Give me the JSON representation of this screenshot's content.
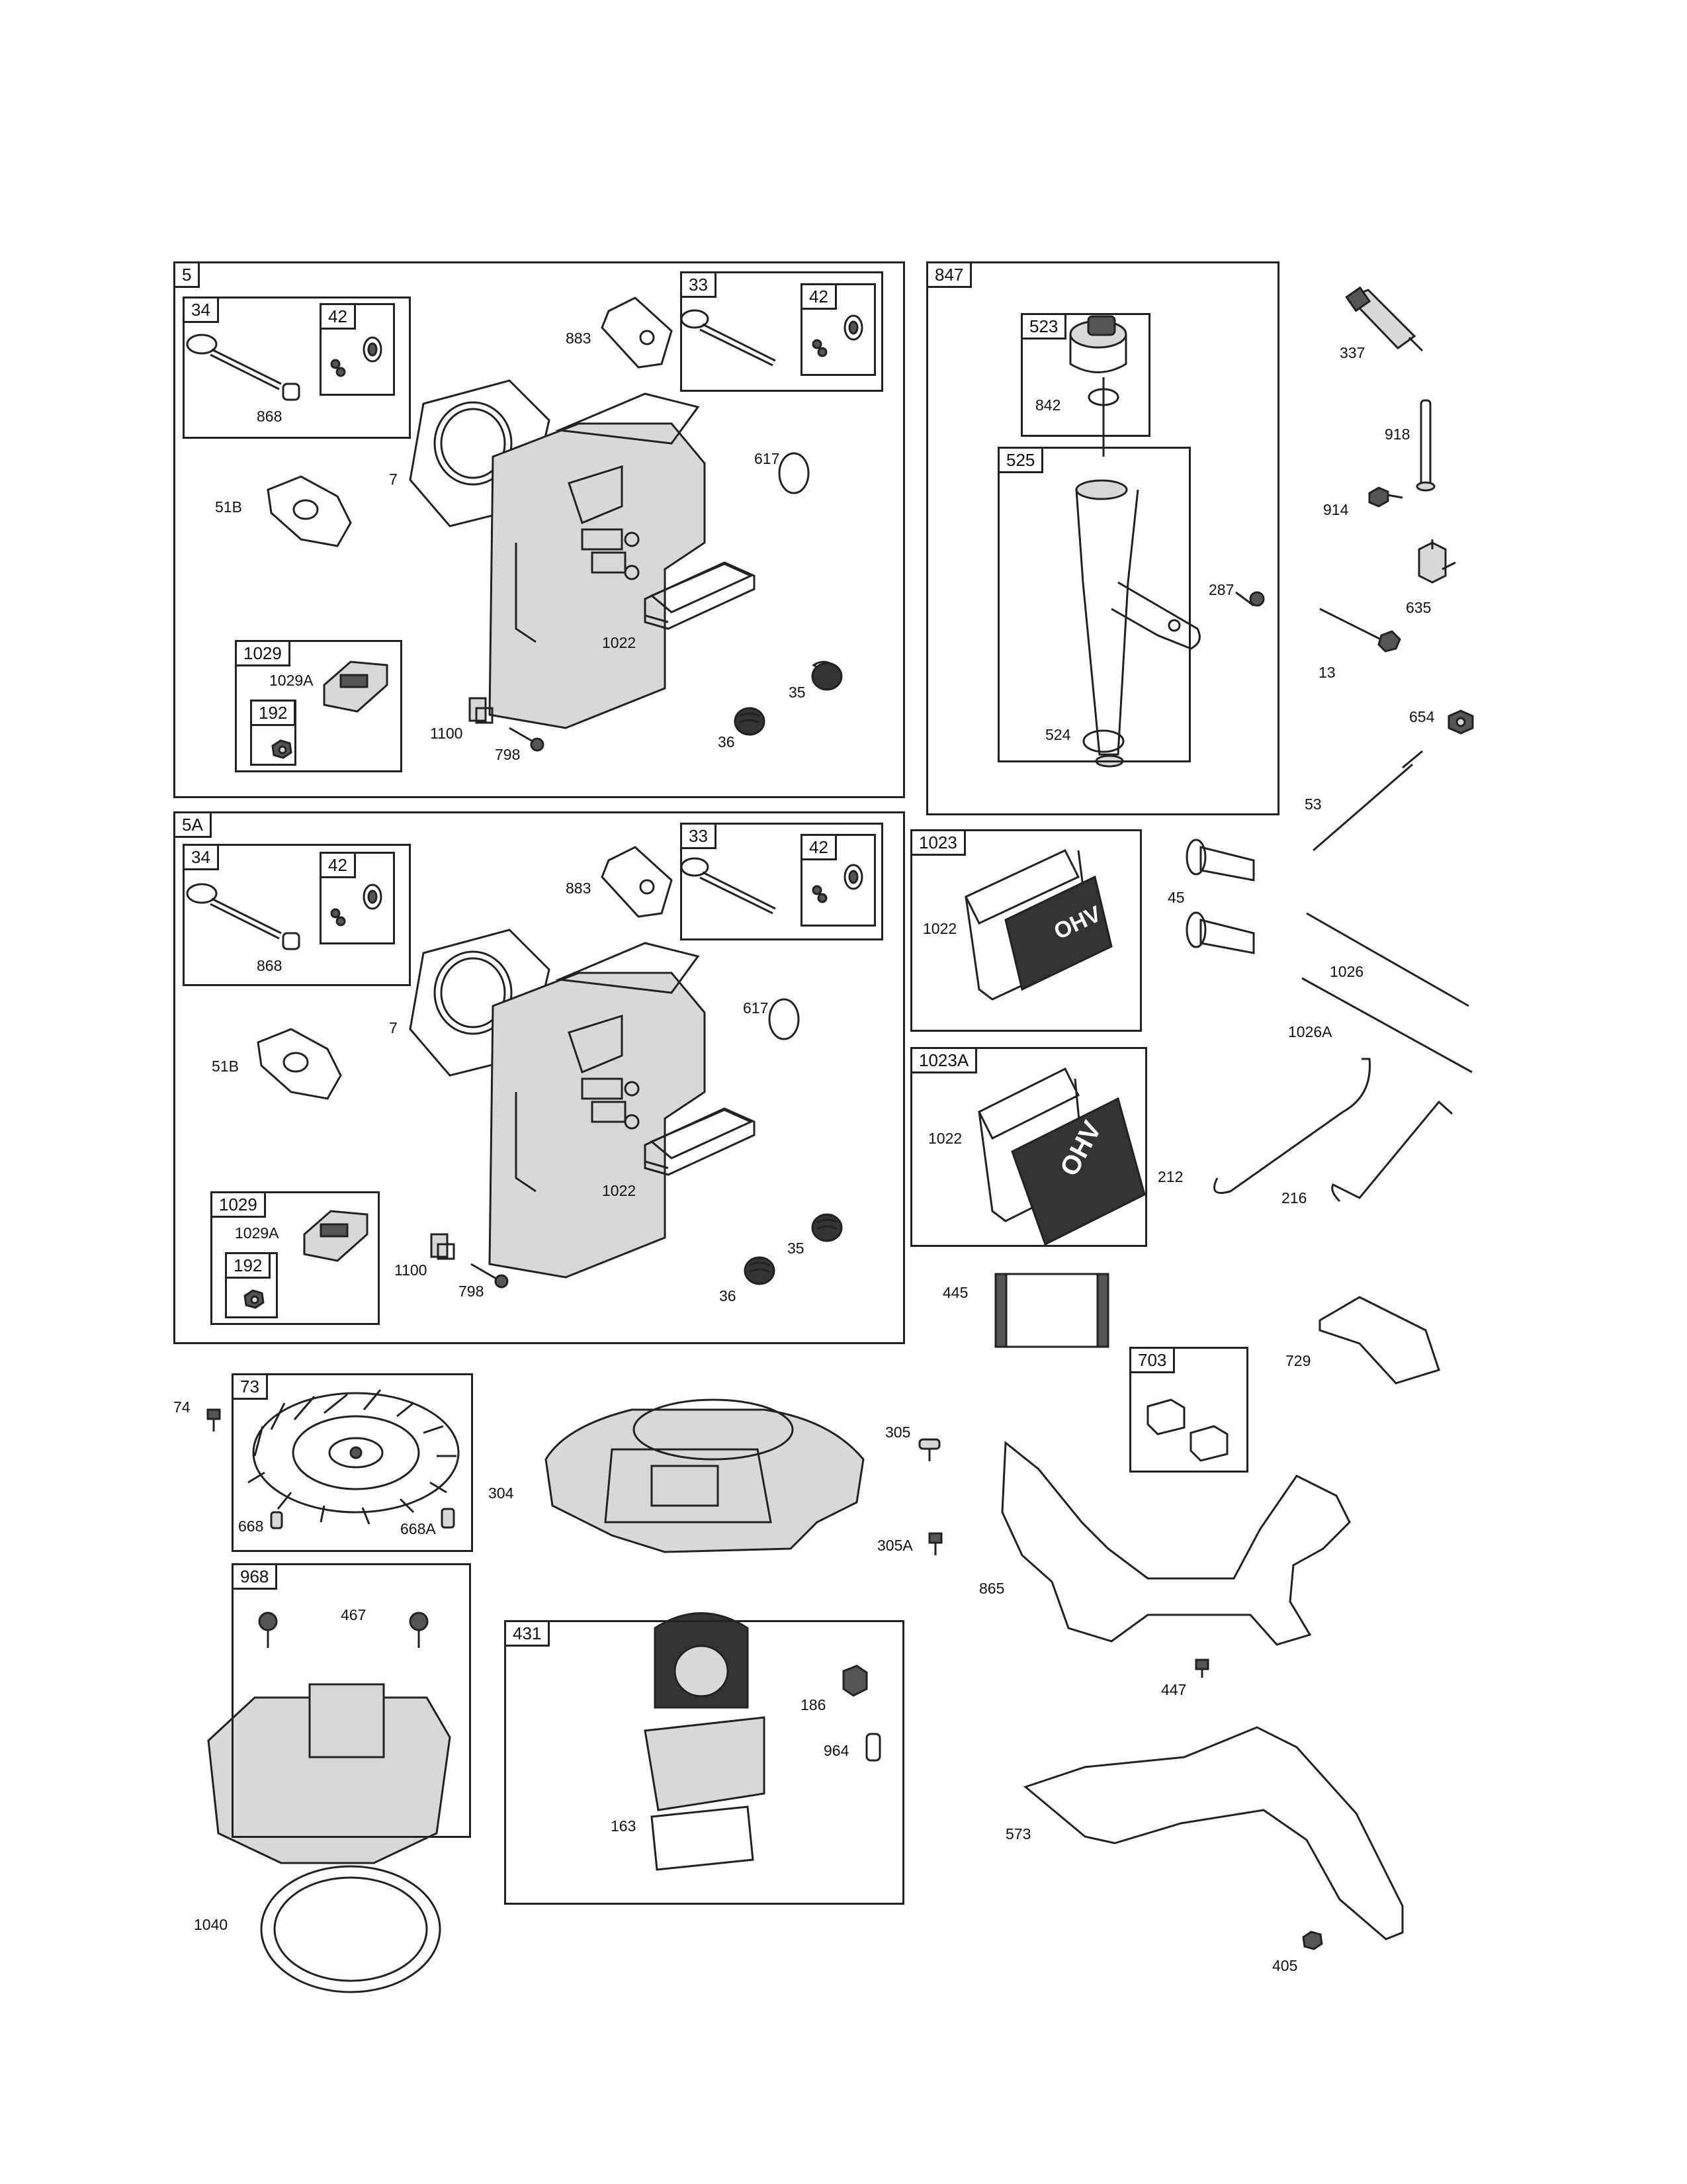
{
  "boxes": {
    "b5": "5",
    "b34": "34",
    "b42a": "42",
    "b33": "33",
    "b42b": "42",
    "b1029": "1029",
    "b192": "192",
    "b847": "847",
    "b523": "523",
    "b525": "525",
    "b5A": "5A",
    "b34s": "34",
    "b42as": "42",
    "b33s": "33",
    "b42bs": "42",
    "b1029s": "1029",
    "b192s": "192",
    "b1023": "1023",
    "b1023A": "1023A",
    "b73": "73",
    "b703": "703",
    "b968": "968",
    "b431": "431"
  },
  "labels": {
    "l868": "868",
    "l883": "883",
    "l7": "7",
    "l51B": "51B",
    "l617": "617",
    "l1022": "1022",
    "l1029A": "1029A",
    "l35": "35",
    "l36": "36",
    "l1100": "1100",
    "l798": "798",
    "l842": "842",
    "l524": "524",
    "l287": "287",
    "l337": "337",
    "l918": "918",
    "l914": "914",
    "l635": "635",
    "l13": "13",
    "l654": "654",
    "l53": "53",
    "l868s": "868",
    "l883s": "883",
    "l7s": "7",
    "l51Bs": "51B",
    "l617s": "617",
    "l1022s": "1022",
    "l1029As": "1029A",
    "l35s": "35",
    "l36s": "36",
    "l1100s": "1100",
    "l798s": "798",
    "l1022b": "1022",
    "l1022c": "1022",
    "l45": "45",
    "l1026": "1026",
    "l1026A": "1026A",
    "l212": "212",
    "l216": "216",
    "l445": "445",
    "l729": "729",
    "l74": "74",
    "l668": "668",
    "l668A": "668A",
    "l304": "304",
    "l305": "305",
    "l305A": "305A",
    "l865": "865",
    "l467": "467",
    "l186": "186",
    "l964": "964",
    "l163": "163",
    "l447": "447",
    "l573": "573",
    "l1040": "1040",
    "l405": "405"
  },
  "cover_text": "OHV"
}
